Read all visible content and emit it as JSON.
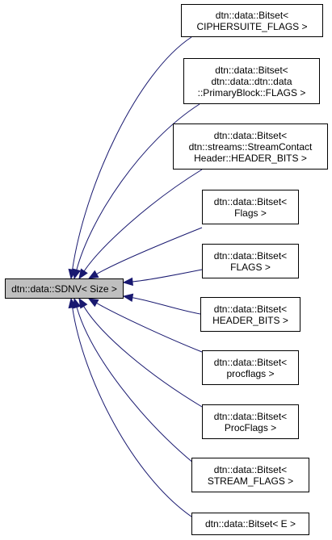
{
  "diagram": {
    "edge_color": "#191970",
    "root": {
      "id": "sdnv",
      "lines": [
        "dtn::data::SDNV< Size >"
      ],
      "fill": "#bfbfbf"
    },
    "derived": [
      {
        "id": "ciphersuite",
        "lines": [
          "dtn::data::Bitset<",
          "CIPHERSUITE_FLAGS >"
        ]
      },
      {
        "id": "primaryblock",
        "lines": [
          "dtn::data::Bitset<",
          "dtn::data::dtn::data",
          "::PrimaryBlock::FLAGS >"
        ]
      },
      {
        "id": "streamcontact",
        "lines": [
          "dtn::data::Bitset<",
          "dtn::streams::StreamContact",
          "Header::HEADER_BITS >"
        ]
      },
      {
        "id": "flags-mixed",
        "lines": [
          "dtn::data::Bitset<",
          "Flags >"
        ]
      },
      {
        "id": "flags-upper",
        "lines": [
          "dtn::data::Bitset<",
          "FLAGS >"
        ]
      },
      {
        "id": "header-bits",
        "lines": [
          "dtn::data::Bitset<",
          "HEADER_BITS >"
        ]
      },
      {
        "id": "procflags-lower",
        "lines": [
          "dtn::data::Bitset<",
          "procflags >"
        ]
      },
      {
        "id": "procflags-mixed",
        "lines": [
          "dtn::data::Bitset<",
          "ProcFlags >"
        ]
      },
      {
        "id": "stream-flags",
        "lines": [
          "dtn::data::Bitset<",
          "STREAM_FLAGS >"
        ]
      },
      {
        "id": "e",
        "lines": [
          "dtn::data::Bitset< E >"
        ]
      }
    ]
  }
}
